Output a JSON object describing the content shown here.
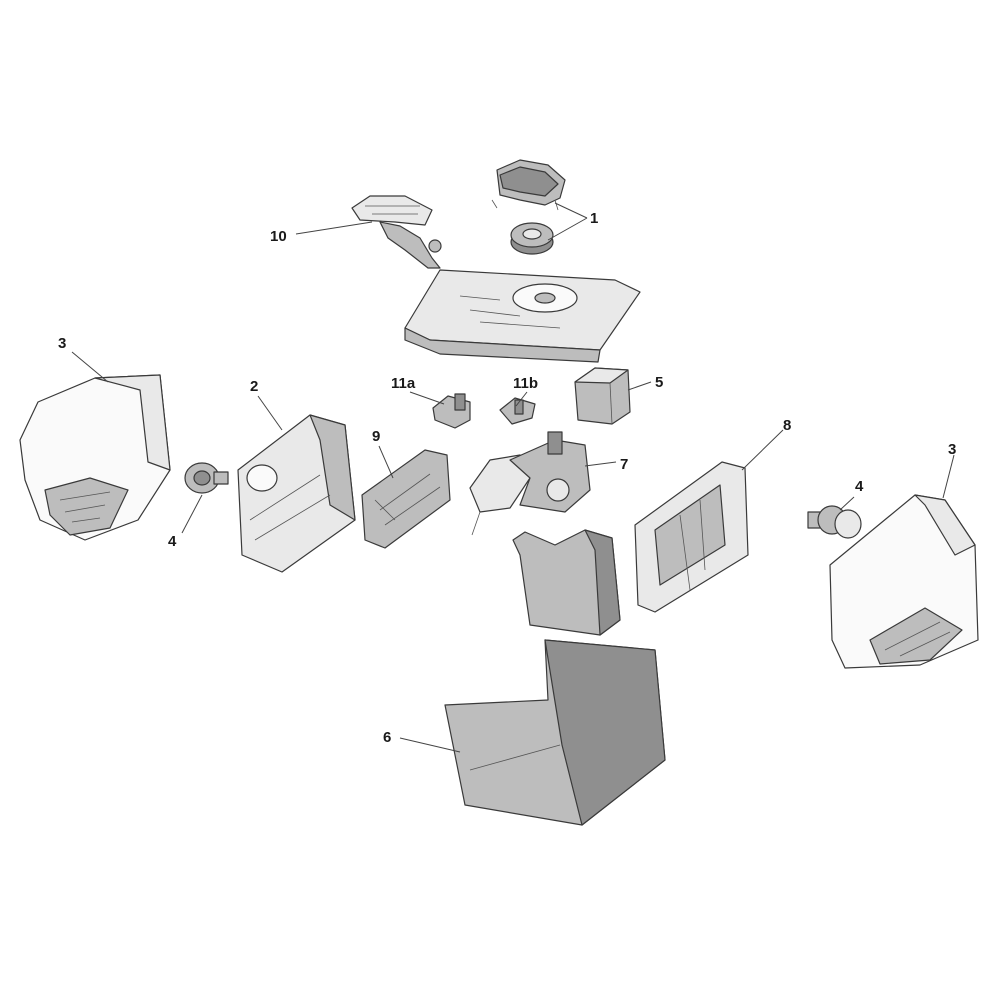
{
  "callouts": {
    "c1": "1",
    "c2": "2",
    "c3_left": "3",
    "c3_right": "3",
    "c4_left": "4",
    "c4_right": "4",
    "c5": "5",
    "c6": "6",
    "c7": "7",
    "c8": "8",
    "c9": "9",
    "c10": "10",
    "c11a": "11a",
    "c11b": "11b"
  },
  "colors": {
    "part_fill": "#bdbdbd",
    "part_light": "#e9e9e9",
    "outline": "#3a3a3a"
  }
}
